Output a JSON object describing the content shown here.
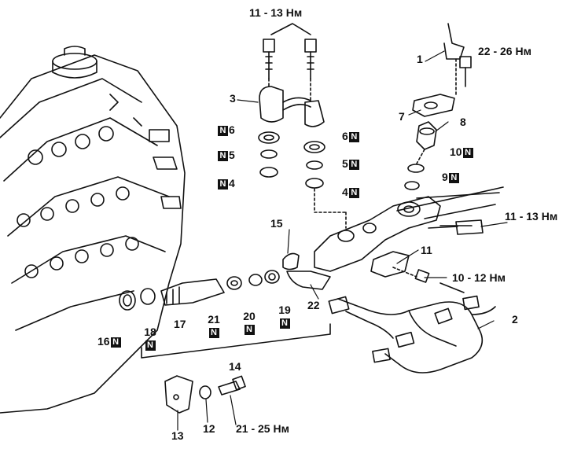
{
  "colors": {
    "ink": "#111111",
    "paper": "#ffffff",
    "badge_bg": "#111111",
    "badge_fg": "#ffffff"
  },
  "badge_letter": "N",
  "callouts": {
    "torque_top": "11 - 13 Нм",
    "torque_sensor": "22 - 26 Нм",
    "torque_bolt_right": "11 - 13 Нм",
    "torque_bracket": "10 - 12 Нм",
    "torque_bottom": "21 - 25 Нм",
    "p1": "1",
    "p2": "2",
    "p3": "3",
    "p4l": "4",
    "p4r": "4",
    "p5l": "5",
    "p5r": "5",
    "p6l": "6",
    "p6r": "6",
    "p7": "7",
    "p8": "8",
    "p9": "9",
    "p10": "10",
    "p11": "11",
    "p12": "12",
    "p13": "13",
    "p14": "14",
    "p15": "15",
    "p16": "16",
    "p17": "17",
    "p18": "18",
    "p19": "19",
    "p20": "20",
    "p21": "21",
    "p22": "22"
  }
}
